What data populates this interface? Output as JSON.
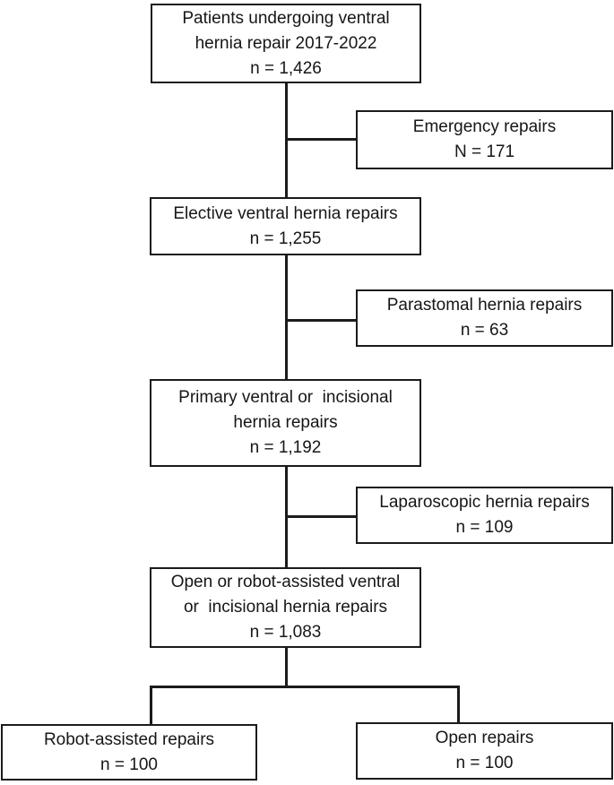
{
  "diagram": {
    "type": "flowchart",
    "background_color": "#ffffff",
    "line_color": "#1b1b1b",
    "text_color": "#161616",
    "nodes": {
      "patients": {
        "lines": [
          "Patients undergoing ventral",
          "hernia repair 2017-2022",
          "n = 1,426"
        ],
        "value": 1426
      },
      "emergency": {
        "lines": [
          "Emergency repairs",
          "N = 171"
        ],
        "value": 171
      },
      "elective": {
        "lines": [
          "Elective ventral hernia repairs",
          "n = 1,255"
        ],
        "value": 1255
      },
      "parastomal": {
        "lines": [
          "Parastomal hernia repairs",
          "n = 63"
        ],
        "value": 63
      },
      "primary": {
        "lines": [
          "Primary ventral or  incisional",
          "hernia repairs",
          "n = 1,192"
        ],
        "value": 1192
      },
      "laparoscopic": {
        "lines": [
          "Laparoscopic hernia repairs",
          "n = 109"
        ],
        "value": 109
      },
      "open_robot": {
        "lines": [
          "Open or robot-assisted ventral",
          "or  incisional hernia repairs",
          "n = 1,083"
        ],
        "value": 1083
      },
      "robot_assisted": {
        "lines": [
          "Robot-assisted repairs",
          "n = 100"
        ],
        "value": 100
      },
      "open": {
        "lines": [
          "Open repairs",
          "n = 100"
        ],
        "value": 100
      }
    }
  }
}
